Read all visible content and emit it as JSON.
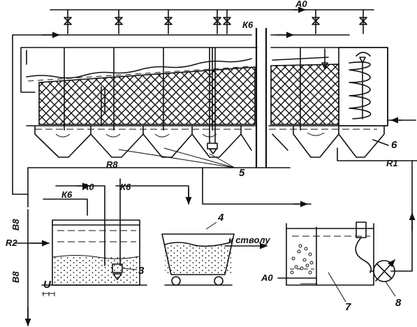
{
  "labels": {
    "a0_top": "А0",
    "k6_top": "К6",
    "r8": "R8",
    "r1": "R1",
    "r2": "R2",
    "b8_vertical": "В8",
    "b8_vertical_lower": "В8",
    "a0_mid": "А0",
    "k6_left": "К6",
    "k6_mid": "К6",
    "a0_right": "А0",
    "u_label": "U",
    "to_shaft": "к стволу",
    "n3": "3",
    "n4": "4",
    "n5": "5",
    "n6": "6",
    "n7": "7",
    "n8": "8"
  }
}
